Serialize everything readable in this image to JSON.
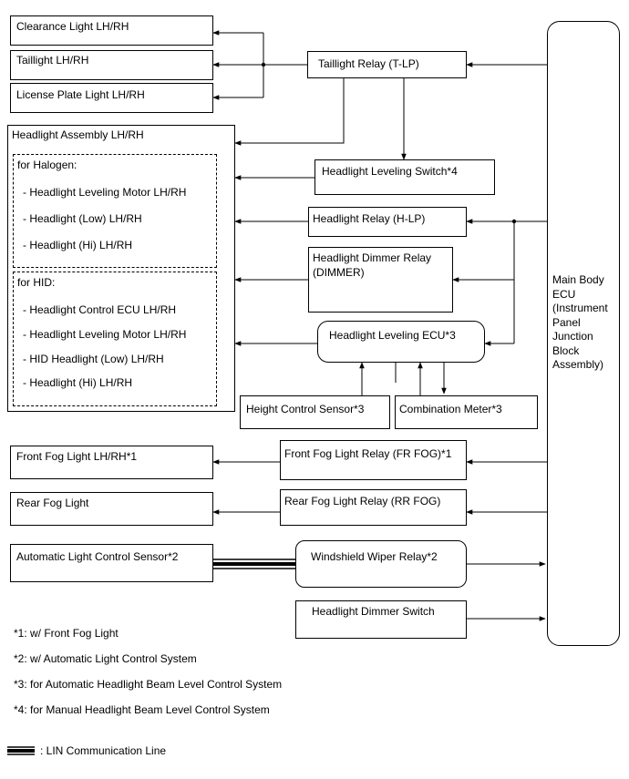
{
  "loads": {
    "clearance_light": "Clearance Light LH/RH",
    "taillight": "Taillight LH/RH",
    "license_plate_light": "License Plate Light LH/RH",
    "headlight_assembly": "Headlight Assembly LH/RH",
    "front_fog_light": "Front Fog Light LH/RH*1",
    "rear_fog_light": "Rear Fog Light",
    "auto_light_sensor": "Automatic Light Control Sensor*2"
  },
  "halogen": {
    "title": "for Halogen:",
    "items": [
      "- Headlight Leveling Motor LH/RH",
      "- Headlight (Low) LH/RH",
      "- Headlight (Hi) LH/RH"
    ]
  },
  "hid": {
    "title": "for HID:",
    "items": [
      "- Headlight Control ECU LH/RH",
      "- Headlight Leveling Motor LH/RH",
      "- HID Headlight (Low) LH/RH",
      "- Headlight (Hi) LH/RH"
    ]
  },
  "relays": {
    "taillight": "Taillight Relay (T-LP)",
    "leveling_switch": "Headlight Leveling Switch*4",
    "headlight": "Headlight Relay (H-LP)",
    "dimmer_relay_line1": "Headlight Dimmer Relay",
    "dimmer_relay_line2": "(DIMMER)",
    "leveling_ecu": "Headlight Leveling ECU*3",
    "height_sensor": "Height Control Sensor*3",
    "combination_meter": "Combination Meter*3",
    "front_fog": "Front Fog Light Relay (FR FOG)*1",
    "rear_fog": "Rear Fog Light Relay (RR FOG)",
    "wiper": "Windshield Wiper Relay*2",
    "dimmer_switch": "Headlight Dimmer Switch"
  },
  "ecu": {
    "lines": [
      "Main Body",
      "ECU",
      "(Instrument",
      "Panel",
      "Junction",
      "Block",
      "Assembly)"
    ]
  },
  "notes": [
    "*1: w/ Front Fog Light",
    "*2: w/ Automatic Light Control System",
    "*3: for Automatic Headlight Beam Level Control System",
    "*4: for Manual Headlight Beam Level Control System"
  ],
  "legend": {
    "lin": ": LIN Communication Line"
  }
}
